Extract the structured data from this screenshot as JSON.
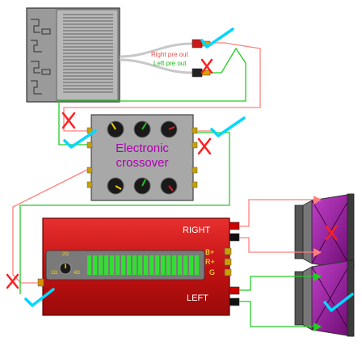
{
  "head_unit": {
    "right_pre_out": "Right pre out",
    "left_pre_out": "Left pre out"
  },
  "crossover": {
    "title_line1": "Electronic",
    "title_line2": "crossover"
  },
  "amplifier": {
    "right_label": "RIGHT",
    "left_label": "LEFT",
    "terminals": [
      "B+",
      "R+",
      "G"
    ],
    "selector_labels": [
      "2Ω",
      "1Ω",
      "4Ω"
    ]
  },
  "colors": {
    "right_signal": "#ff7f7f",
    "left_signal": "#22cc22",
    "fault_mark": "#ff2020",
    "ok_mark": "#00d8ff",
    "crossover_text": "#b000b0",
    "amp_body": "#d01818"
  }
}
